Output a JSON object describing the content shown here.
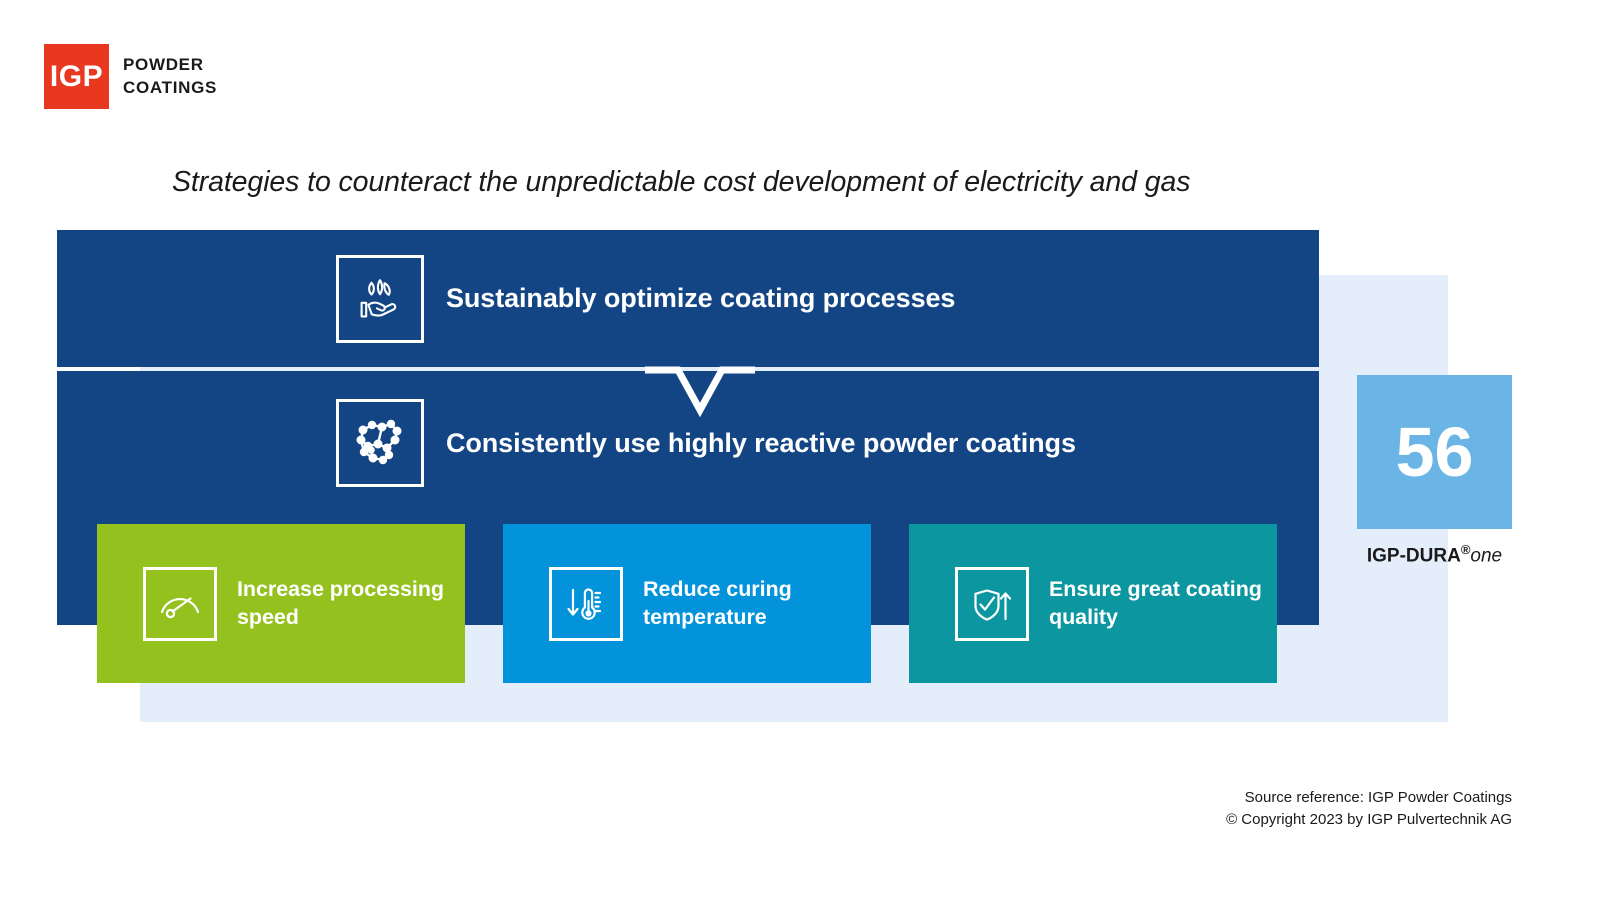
{
  "logo": {
    "mark_text": "IGP",
    "word_line1": "POWDER",
    "word_line2": "COATINGS",
    "mark_color": "#E8381F"
  },
  "title": "Strategies to counteract the unpredictable cost development of electricity and gas",
  "colors": {
    "dark_blue": "#134584",
    "pale_blue_panel": "#E4EDFA",
    "green": "#95C11F",
    "blue": "#0393DB",
    "teal": "#0C97A0",
    "badge_blue": "#6BB4E6",
    "white": "#FFFFFF"
  },
  "bands": [
    {
      "label": "Sustainably optimize coating processes",
      "icon": "hand-holding-leaves-icon",
      "color": "#134584"
    },
    {
      "label": "Consistently use highly reactive powder coatings",
      "icon": "molecular-chain-icon",
      "color": "#134584"
    }
  ],
  "cards": [
    {
      "label": "Increase processing speed",
      "icon": "speedometer-gauge-icon",
      "color": "#95C11F"
    },
    {
      "label": "Reduce curing temperature",
      "icon": "thermometer-down-arrow-icon",
      "color": "#0393DB"
    },
    {
      "label": "Ensure great coating quality",
      "icon": "shield-check-up-arrow-icon",
      "color": "#0C97A0"
    }
  ],
  "badge": {
    "number": "56",
    "caption_main": "IGP-DURA",
    "caption_reg": "®",
    "caption_suffix": "one"
  },
  "footer": {
    "line1": "Source reference: IGP Powder Coatings",
    "line2": "© Copyright 2023 by IGP Pulvertechnik AG"
  }
}
